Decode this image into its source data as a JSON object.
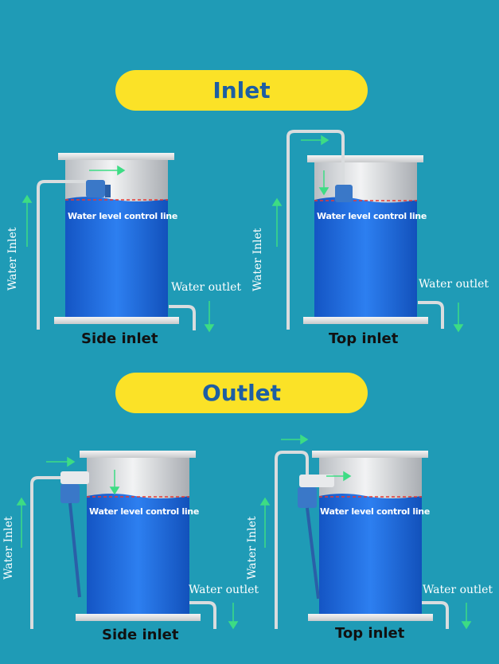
{
  "sections": {
    "inlet_title": "Inlet",
    "outlet_title": "Outlet"
  },
  "panels": [
    {
      "caption": "Side inlet",
      "water_level_label": "Water level control line",
      "water_inlet_label": "Water Inlet",
      "water_outlet_label": "Water outlet"
    },
    {
      "caption": "Top inlet",
      "water_level_label": "Water level control line",
      "water_inlet_label": "Water Inlet",
      "water_outlet_label": "Water outlet"
    },
    {
      "caption": "Side inlet",
      "water_level_label": "Water level control line",
      "water_inlet_label": "Water Inlet",
      "water_outlet_label": "Water outlet"
    },
    {
      "caption": "Top inlet",
      "water_level_label": "Water level control line",
      "water_inlet_label": "Water Inlet",
      "water_outlet_label": "Water outlet"
    }
  ],
  "colors": {
    "background": "#1f9bb6",
    "pill": "#fbe227",
    "pill_text": "#1d5ea3",
    "water": "#1f6fd6",
    "arrow": "#3ddc84",
    "control_line": "#e53935"
  }
}
